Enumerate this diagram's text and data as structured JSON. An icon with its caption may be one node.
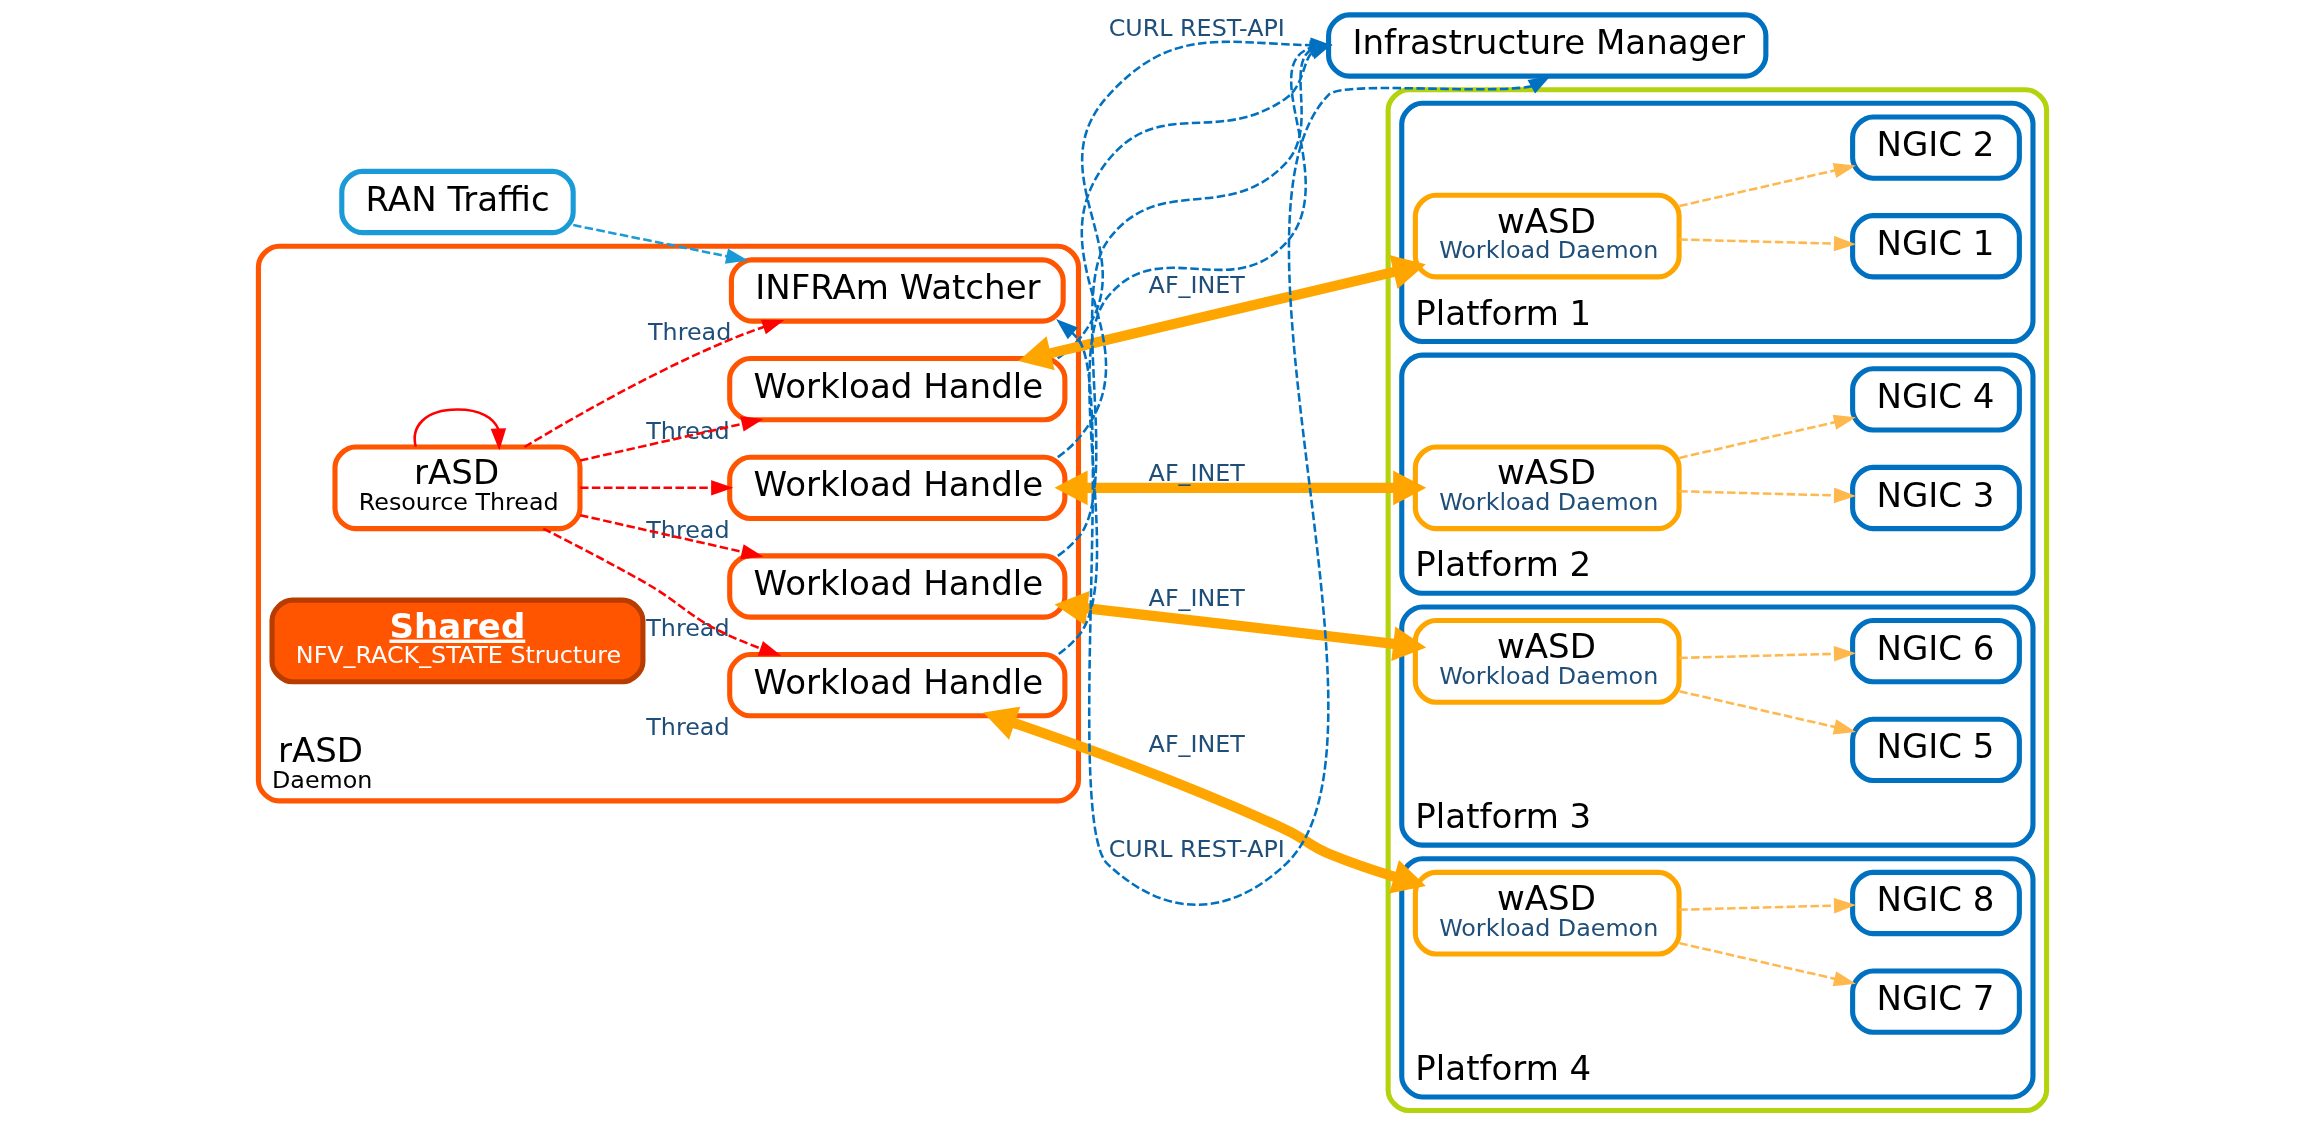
{
  "diagram": {
    "nodes": [
      {
        "text": [
          "RAN Traffic"
        ]
      },
      {
        "text": [
          "rASD",
          "Daemon"
        ]
      },
      {
        "text": [
          "INFRAm Watcher"
        ],
        "in": 1,
        "beside": [
          "Thread"
        ]
      },
      {
        "text": [
          "Workload Handle"
        ],
        "in": 1,
        "beside": [
          "Thread"
        ]
      },
      {
        "text": [
          "rASD",
          "Resource Thread"
        ],
        "in": 1
      },
      {
        "text": [
          "Workload Handle"
        ],
        "in": 1,
        "beside": [
          "Thread"
        ]
      },
      {
        "text": [
          "Shared",
          "NFV_RACK_STATE Structure"
        ],
        "in": 1
      },
      {
        "text": [
          "Workload Handle"
        ],
        "in": 1,
        "beside": [
          "Thread"
        ]
      },
      {
        "text": [
          "Workload Handle"
        ],
        "in": 1,
        "beside": [
          "Thread"
        ]
      },
      {
        "text": [
          "Infrastructure Manager"
        ]
      },
      {
        "text": [],
        "shape": "box"
      },
      {
        "text": [
          "Platform 1"
        ],
        "in": 10
      },
      {
        "text": [
          "wASD",
          "Workload Daemon"
        ],
        "in": 11
      },
      {
        "text": [
          "NGIC 1"
        ],
        "in": 11
      },
      {
        "text": [
          "NGIC 2"
        ],
        "in": 11
      },
      {
        "text": [
          "Platform 2"
        ],
        "in": 10
      },
      {
        "text": [
          "wASD",
          "Workload Daemon"
        ],
        "in": 15
      },
      {
        "text": [
          "NGIC 3"
        ],
        "in": 15
      },
      {
        "text": [
          "NGIC 4"
        ],
        "in": 15
      },
      {
        "text": [
          "Platform 3"
        ],
        "in": 10
      },
      {
        "text": [
          "wASD",
          "Workload Daemon"
        ],
        "in": 19
      },
      {
        "text": [
          "NGIC 5"
        ],
        "in": 19
      },
      {
        "text": [
          "NGIC 6"
        ],
        "in": 19
      },
      {
        "text": [
          "Platform 4"
        ],
        "in": 10
      },
      {
        "text": [
          "wASD",
          "Workload Daemon"
        ],
        "in": 23
      },
      {
        "text": [
          "NGIC 7"
        ],
        "in": 23
      },
      {
        "text": [
          "NGIC 8"
        ],
        "in": 23
      }
    ],
    "edges": [
      {
        "from": 0,
        "to": 2,
        "arrow": "to",
        "style": "dashed",
        "color": "#1a9ad6"
      },
      {
        "from": 4,
        "to": 2,
        "arrow": "to",
        "style": "dashed",
        "color": "#ff0000"
      },
      {
        "from": 4,
        "to": 3,
        "arrow": "to",
        "style": "dashed",
        "color": "#ff0000"
      },
      {
        "from": 4,
        "to": 5,
        "arrow": "to",
        "style": "dashed",
        "color": "#ff0000"
      },
      {
        "from": 4,
        "to": 7,
        "arrow": "to",
        "style": "dashed",
        "color": "#ff0000"
      },
      {
        "from": 4,
        "to": 8,
        "arrow": "to",
        "style": "dashed",
        "color": "#ff0000"
      },
      {
        "from": 4,
        "to": 4,
        "arrow": "to",
        "color": "#ff0000"
      },
      {
        "from": 3,
        "to": 9,
        "arrow": "to",
        "style": "dashed",
        "color": "#0070c0",
        "label": "CURL REST-API"
      },
      {
        "from": 5,
        "to": 9,
        "arrow": "to",
        "style": "dashed",
        "color": "#0070c0"
      },
      {
        "from": 7,
        "to": 9,
        "arrow": "to",
        "style": "dashed",
        "color": "#0070c0"
      },
      {
        "from": 8,
        "to": 9,
        "arrow": "to",
        "style": "dashed",
        "color": "#0070c0"
      },
      {
        "from": 9,
        "to": 2,
        "arrow": "both",
        "style": "dashed",
        "color": "#0070c0",
        "label": "CURL REST-API"
      },
      {
        "from": 3,
        "to": 12,
        "arrow": "both",
        "style": "thick",
        "color": "#ffa500",
        "label": "AF_INET"
      },
      {
        "from": 5,
        "to": 16,
        "arrow": "both",
        "style": "thick",
        "color": "#ffa500",
        "label": "AF_INET"
      },
      {
        "from": 7,
        "to": 20,
        "arrow": "both",
        "style": "thick",
        "color": "#ffa500",
        "label": "AF_INET"
      },
      {
        "from": 8,
        "to": 24,
        "arrow": "both",
        "style": "thick",
        "color": "#ffa500",
        "label": "AF_INET"
      },
      {
        "from": 12,
        "to": 13,
        "arrow": "to",
        "style": "dashed",
        "color": "#ffb84d"
      },
      {
        "from": 12,
        "to": 14,
        "arrow": "to",
        "style": "dashed",
        "color": "#ffb84d"
      },
      {
        "from": 16,
        "to": 17,
        "arrow": "to",
        "style": "dashed",
        "color": "#ffb84d"
      },
      {
        "from": 16,
        "to": 18,
        "arrow": "to",
        "style": "dashed",
        "color": "#ffb84d"
      },
      {
        "from": 20,
        "to": 21,
        "arrow": "to",
        "style": "dashed",
        "color": "#ffb84d"
      },
      {
        "from": 20,
        "to": 22,
        "arrow": "to",
        "style": "dashed",
        "color": "#ffb84d"
      },
      {
        "from": 24,
        "to": 25,
        "arrow": "to",
        "style": "dashed",
        "color": "#ffb84d"
      },
      {
        "from": 24,
        "to": 26,
        "arrow": "to",
        "style": "dashed",
        "color": "#ffb84d"
      }
    ]
  }
}
